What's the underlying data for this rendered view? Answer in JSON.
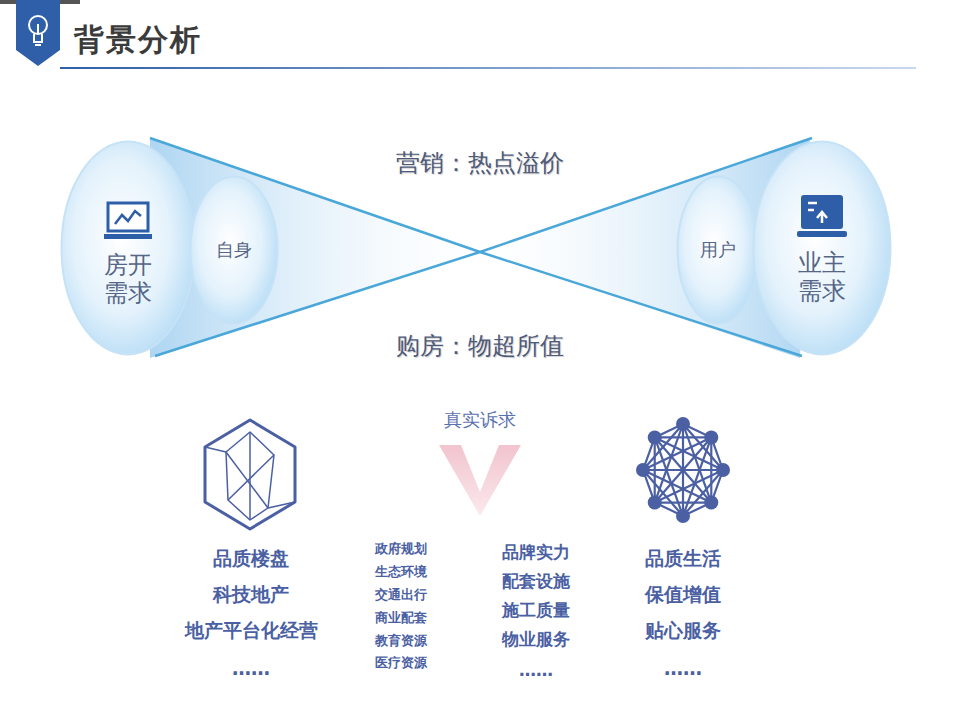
{
  "diagram": {
    "title": "背景分析",
    "nodes": [
      {
        "text": [
          "房开需求"
        ]
      },
      {
        "text": [
          "自身"
        ]
      },
      {
        "text": [
          "用户"
        ]
      },
      {
        "text": [
          "业主需求"
        ]
      }
    ],
    "labels": [
      "营销：热点溢价",
      "购房：物超所值",
      "真实诉求",
      "品质楼盘",
      "科技地产",
      "地产平台化经营",
      "……",
      "政府规划",
      "生态环境",
      "交通出行",
      "商业配套",
      "教育资源",
      "医疗资源",
      "品牌实力",
      "配套设施",
      "施工质量",
      "物业服务",
      "……",
      "品质生活",
      "保值增值",
      "贴心服务",
      "……"
    ]
  }
}
